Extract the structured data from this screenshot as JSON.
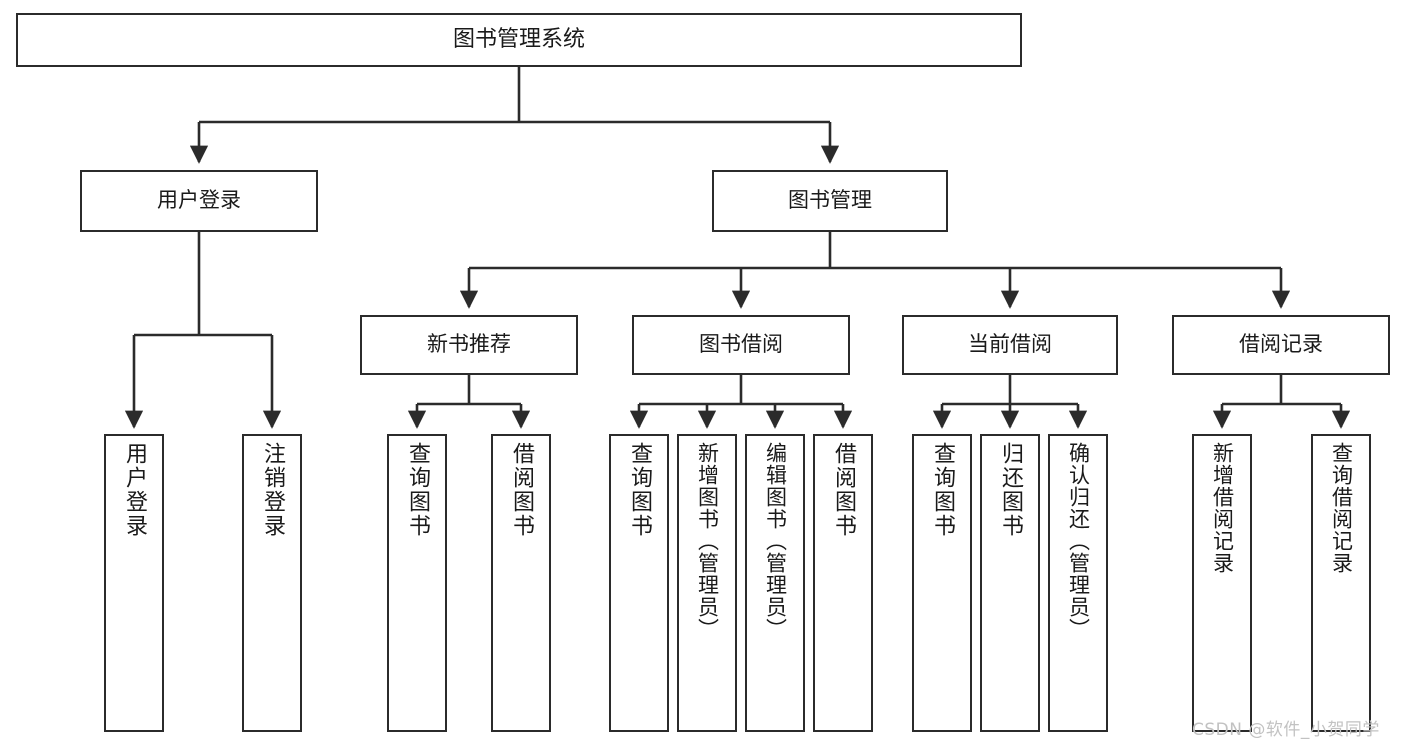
{
  "diagram": {
    "title": "图书管理系统",
    "type": "tree-hierarchy-chart",
    "root": {
      "id": "root",
      "label": "图书管理系统"
    },
    "level2": [
      {
        "id": "user-login",
        "label": "用户登录"
      },
      {
        "id": "book-management",
        "label": "图书管理"
      }
    ],
    "level3": [
      {
        "id": "new-book-recommendation",
        "label": "新书推荐",
        "parent": "book-management"
      },
      {
        "id": "book-borrow",
        "label": "图书借阅",
        "parent": "book-management"
      },
      {
        "id": "current-borrow",
        "label": "当前借阅",
        "parent": "book-management"
      },
      {
        "id": "borrow-record",
        "label": "借阅记录",
        "parent": "book-management"
      }
    ],
    "leaves": [
      {
        "id": "leaf-user-login",
        "label": "用户登录",
        "parent": "user-login"
      },
      {
        "id": "leaf-logout-login",
        "label": "注销登录",
        "parent": "user-login"
      },
      {
        "id": "leaf-query-book-1",
        "label": "查询图书",
        "parent": "new-book-recommendation"
      },
      {
        "id": "leaf-borrow-book-1",
        "label": "借阅图书",
        "parent": "new-book-recommendation"
      },
      {
        "id": "leaf-query-book-2",
        "label": "查询图书",
        "parent": "book-borrow"
      },
      {
        "id": "leaf-add-book-admin",
        "label": "新增图书（管理员）",
        "parent": "book-borrow"
      },
      {
        "id": "leaf-edit-book-admin",
        "label": "编辑图书（管理员）",
        "parent": "book-borrow"
      },
      {
        "id": "leaf-borrow-book-2",
        "label": "借阅图书",
        "parent": "book-borrow"
      },
      {
        "id": "leaf-query-book-3",
        "label": "查询图书",
        "parent": "current-borrow"
      },
      {
        "id": "leaf-return-book",
        "label": "归还图书",
        "parent": "current-borrow"
      },
      {
        "id": "leaf-confirm-return-admin",
        "label": "确认归还（管理员）",
        "parent": "current-borrow"
      },
      {
        "id": "leaf-add-borrow-record",
        "label": "新增借阅记录",
        "parent": "borrow-record"
      },
      {
        "id": "leaf-query-borrow-record",
        "label": "查询借阅记录",
        "parent": "borrow-record"
      }
    ],
    "colors": {
      "stroke": "#2b2b2b",
      "fill": "#ffffff",
      "text": "#1a1a1a",
      "watermark": "#c2c2c2"
    }
  },
  "watermark": {
    "text": "CSDN @软件_小贺同学"
  }
}
